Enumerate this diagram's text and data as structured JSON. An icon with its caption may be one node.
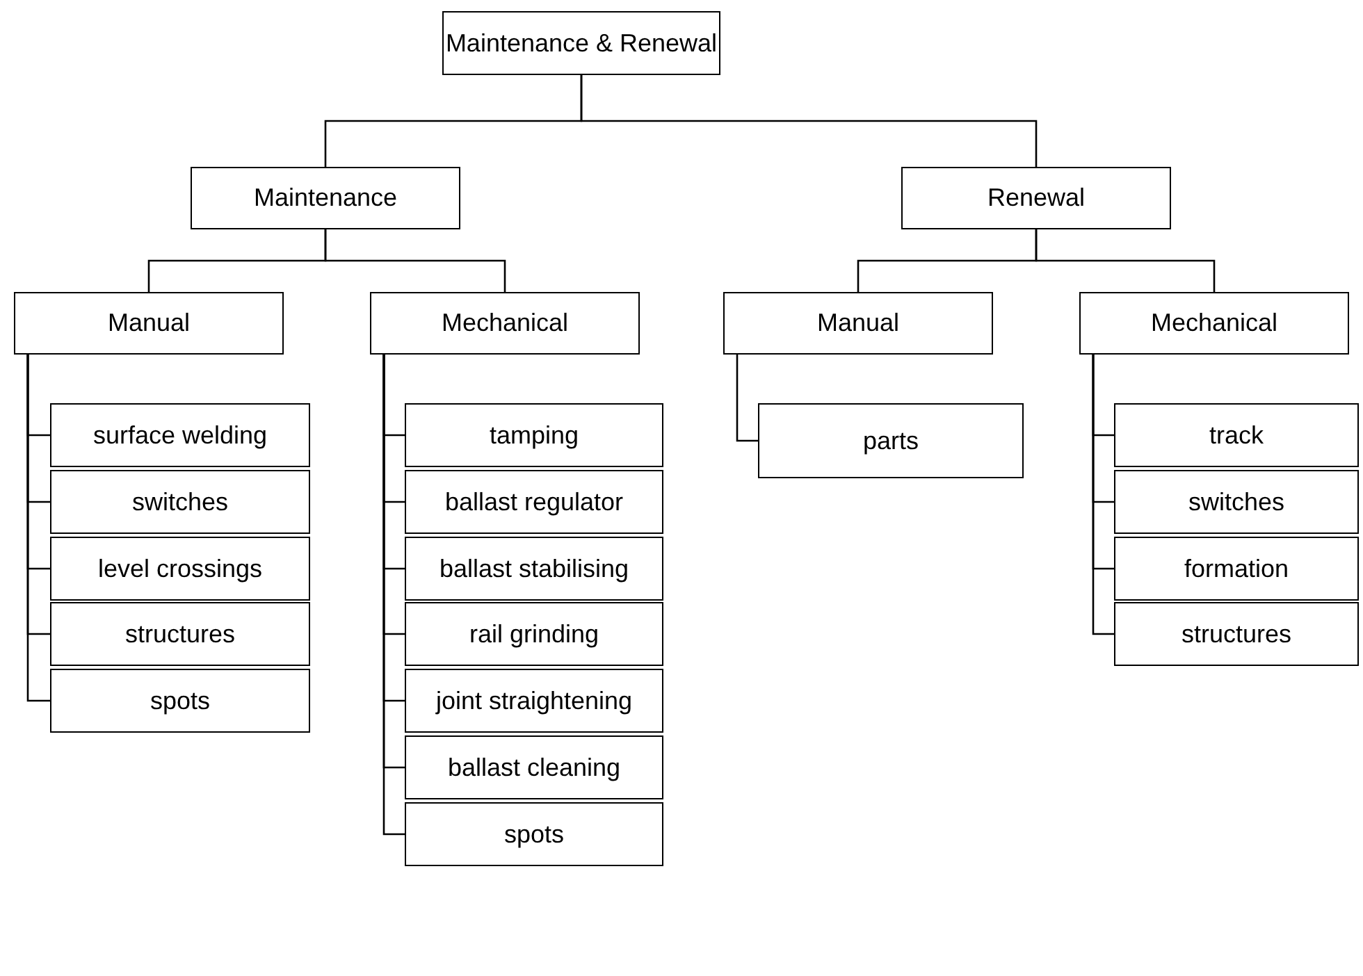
{
  "diagram": {
    "nodes": [
      {
        "text": [
          "Maintenance & Renewal"
        ]
      },
      {
        "text": [
          "Maintenance"
        ]
      },
      {
        "text": [
          "Renewal"
        ]
      },
      {
        "text": [
          "Manual"
        ]
      },
      {
        "text": [
          "Mechanical"
        ]
      },
      {
        "text": [
          "Manual"
        ]
      },
      {
        "text": [
          "Mechanical"
        ]
      },
      {
        "text": [
          "surface welding"
        ]
      },
      {
        "text": [
          "switches"
        ]
      },
      {
        "text": [
          "level crossings"
        ]
      },
      {
        "text": [
          "structures"
        ]
      },
      {
        "text": [
          "spots"
        ]
      },
      {
        "text": [
          "tamping"
        ]
      },
      {
        "text": [
          "ballast regulator"
        ]
      },
      {
        "text": [
          "ballast stabilising"
        ]
      },
      {
        "text": [
          "rail grinding"
        ]
      },
      {
        "text": [
          "joint straightening"
        ]
      },
      {
        "text": [
          "ballast cleaning"
        ]
      },
      {
        "text": [
          "spots"
        ]
      },
      {
        "text": [
          "parts"
        ]
      },
      {
        "text": [
          "track"
        ]
      },
      {
        "text": [
          "switches"
        ]
      },
      {
        "text": [
          "formation"
        ]
      },
      {
        "text": [
          "structures"
        ]
      }
    ],
    "edges": [
      {
        "from": 0,
        "to": 1,
        "arrow": "none"
      },
      {
        "from": 0,
        "to": 2,
        "arrow": "none"
      },
      {
        "from": 1,
        "to": 3,
        "arrow": "none"
      },
      {
        "from": 1,
        "to": 4,
        "arrow": "none"
      },
      {
        "from": 2,
        "to": 5,
        "arrow": "none"
      },
      {
        "from": 2,
        "to": 6,
        "arrow": "none"
      },
      {
        "from": 3,
        "to": 7,
        "arrow": "none"
      },
      {
        "from": 3,
        "to": 8,
        "arrow": "none"
      },
      {
        "from": 3,
        "to": 9,
        "arrow": "none"
      },
      {
        "from": 3,
        "to": 10,
        "arrow": "none"
      },
      {
        "from": 3,
        "to": 11,
        "arrow": "none"
      },
      {
        "from": 4,
        "to": 12,
        "arrow": "none"
      },
      {
        "from": 4,
        "to": 13,
        "arrow": "none"
      },
      {
        "from": 4,
        "to": 14,
        "arrow": "none"
      },
      {
        "from": 4,
        "to": 15,
        "arrow": "none"
      },
      {
        "from": 4,
        "to": 16,
        "arrow": "none"
      },
      {
        "from": 4,
        "to": 17,
        "arrow": "none"
      },
      {
        "from": 4,
        "to": 18,
        "arrow": "none"
      },
      {
        "from": 5,
        "to": 19,
        "arrow": "none"
      },
      {
        "from": 6,
        "to": 20,
        "arrow": "none"
      },
      {
        "from": 6,
        "to": 21,
        "arrow": "none"
      },
      {
        "from": 6,
        "to": 22,
        "arrow": "none"
      },
      {
        "from": 6,
        "to": 23,
        "arrow": "none"
      }
    ]
  }
}
